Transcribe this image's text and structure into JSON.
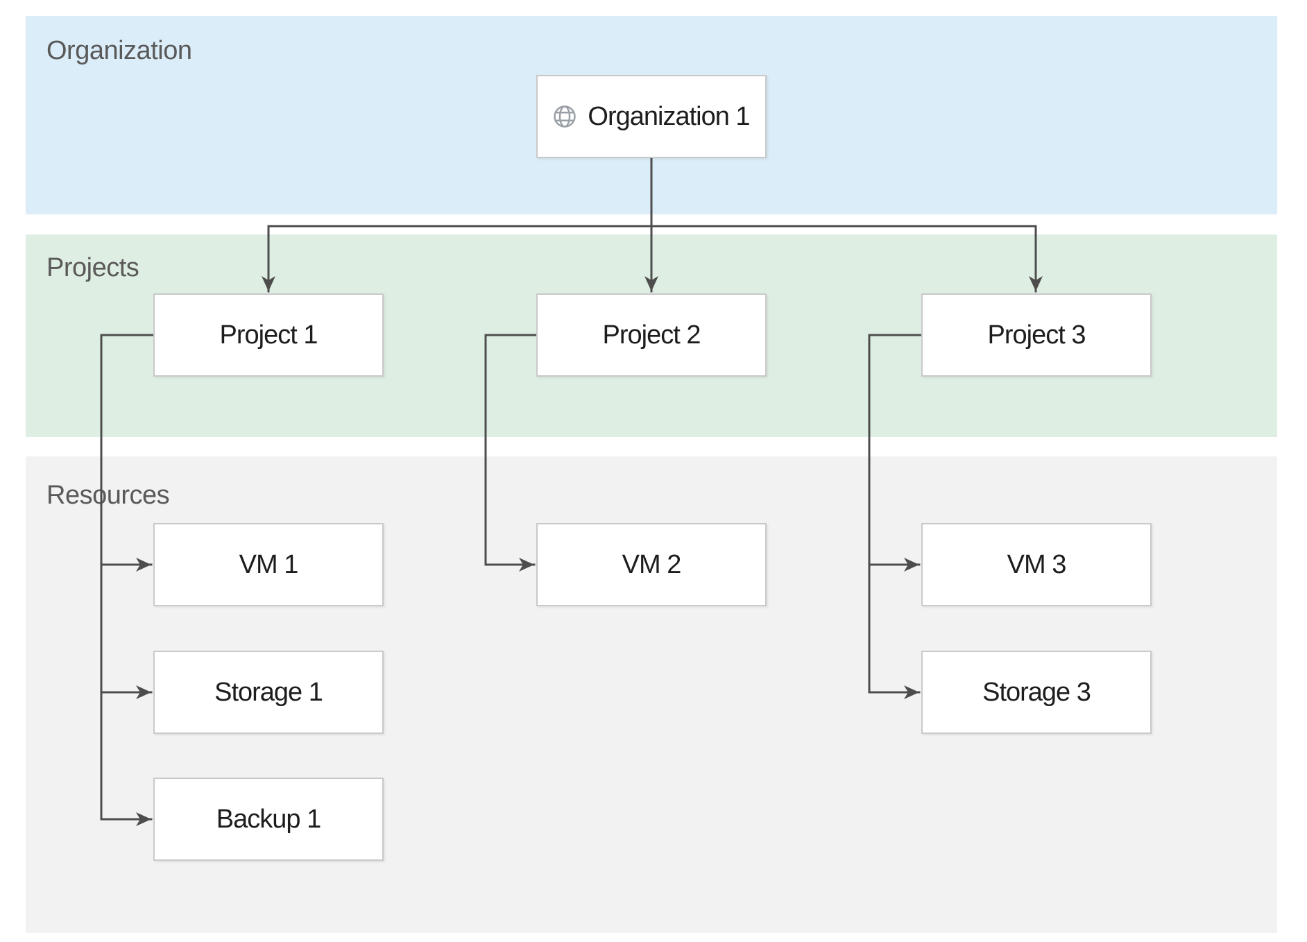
{
  "diagram": {
    "bands": [
      {
        "id": "organization",
        "label": "Organization"
      },
      {
        "id": "projects",
        "label": "Projects"
      },
      {
        "id": "resources",
        "label": "Resources"
      }
    ],
    "nodes": {
      "org1": {
        "label": "Organization 1",
        "icon": "globe-icon",
        "band": "Organization"
      },
      "project1": {
        "label": "Project 1",
        "band": "Projects"
      },
      "project2": {
        "label": "Project 2",
        "band": "Projects"
      },
      "project3": {
        "label": "Project 3",
        "band": "Projects"
      },
      "vm1": {
        "label": "VM 1",
        "band": "Resources"
      },
      "storage1": {
        "label": "Storage 1",
        "band": "Resources"
      },
      "backup1": {
        "label": "Backup 1",
        "band": "Resources"
      },
      "vm2": {
        "label": "VM 2",
        "band": "Resources"
      },
      "vm3": {
        "label": "VM 3",
        "band": "Resources"
      },
      "storage3": {
        "label": "Storage 3",
        "band": "Resources"
      }
    },
    "edges": [
      {
        "from": "org1",
        "to": "project1"
      },
      {
        "from": "org1",
        "to": "project2"
      },
      {
        "from": "org1",
        "to": "project3"
      },
      {
        "from": "project1",
        "to": "vm1"
      },
      {
        "from": "project1",
        "to": "storage1"
      },
      {
        "from": "project1",
        "to": "backup1"
      },
      {
        "from": "project2",
        "to": "vm2"
      },
      {
        "from": "project3",
        "to": "vm3"
      },
      {
        "from": "project3",
        "to": "storage3"
      }
    ]
  },
  "colors": {
    "canvas_bg": "#ffffff",
    "band_organization_fill": "#dbedf9",
    "band_projects_fill": "#dfeee2",
    "band_resources_fill": "#f2f2f2",
    "band_label": "#595959",
    "node_fill": "#ffffff",
    "node_border": "#c9c9c9",
    "node_text": "#1d1d1d",
    "edge": "#4d4d4d",
    "globe_icon": "#9aa0a6"
  }
}
